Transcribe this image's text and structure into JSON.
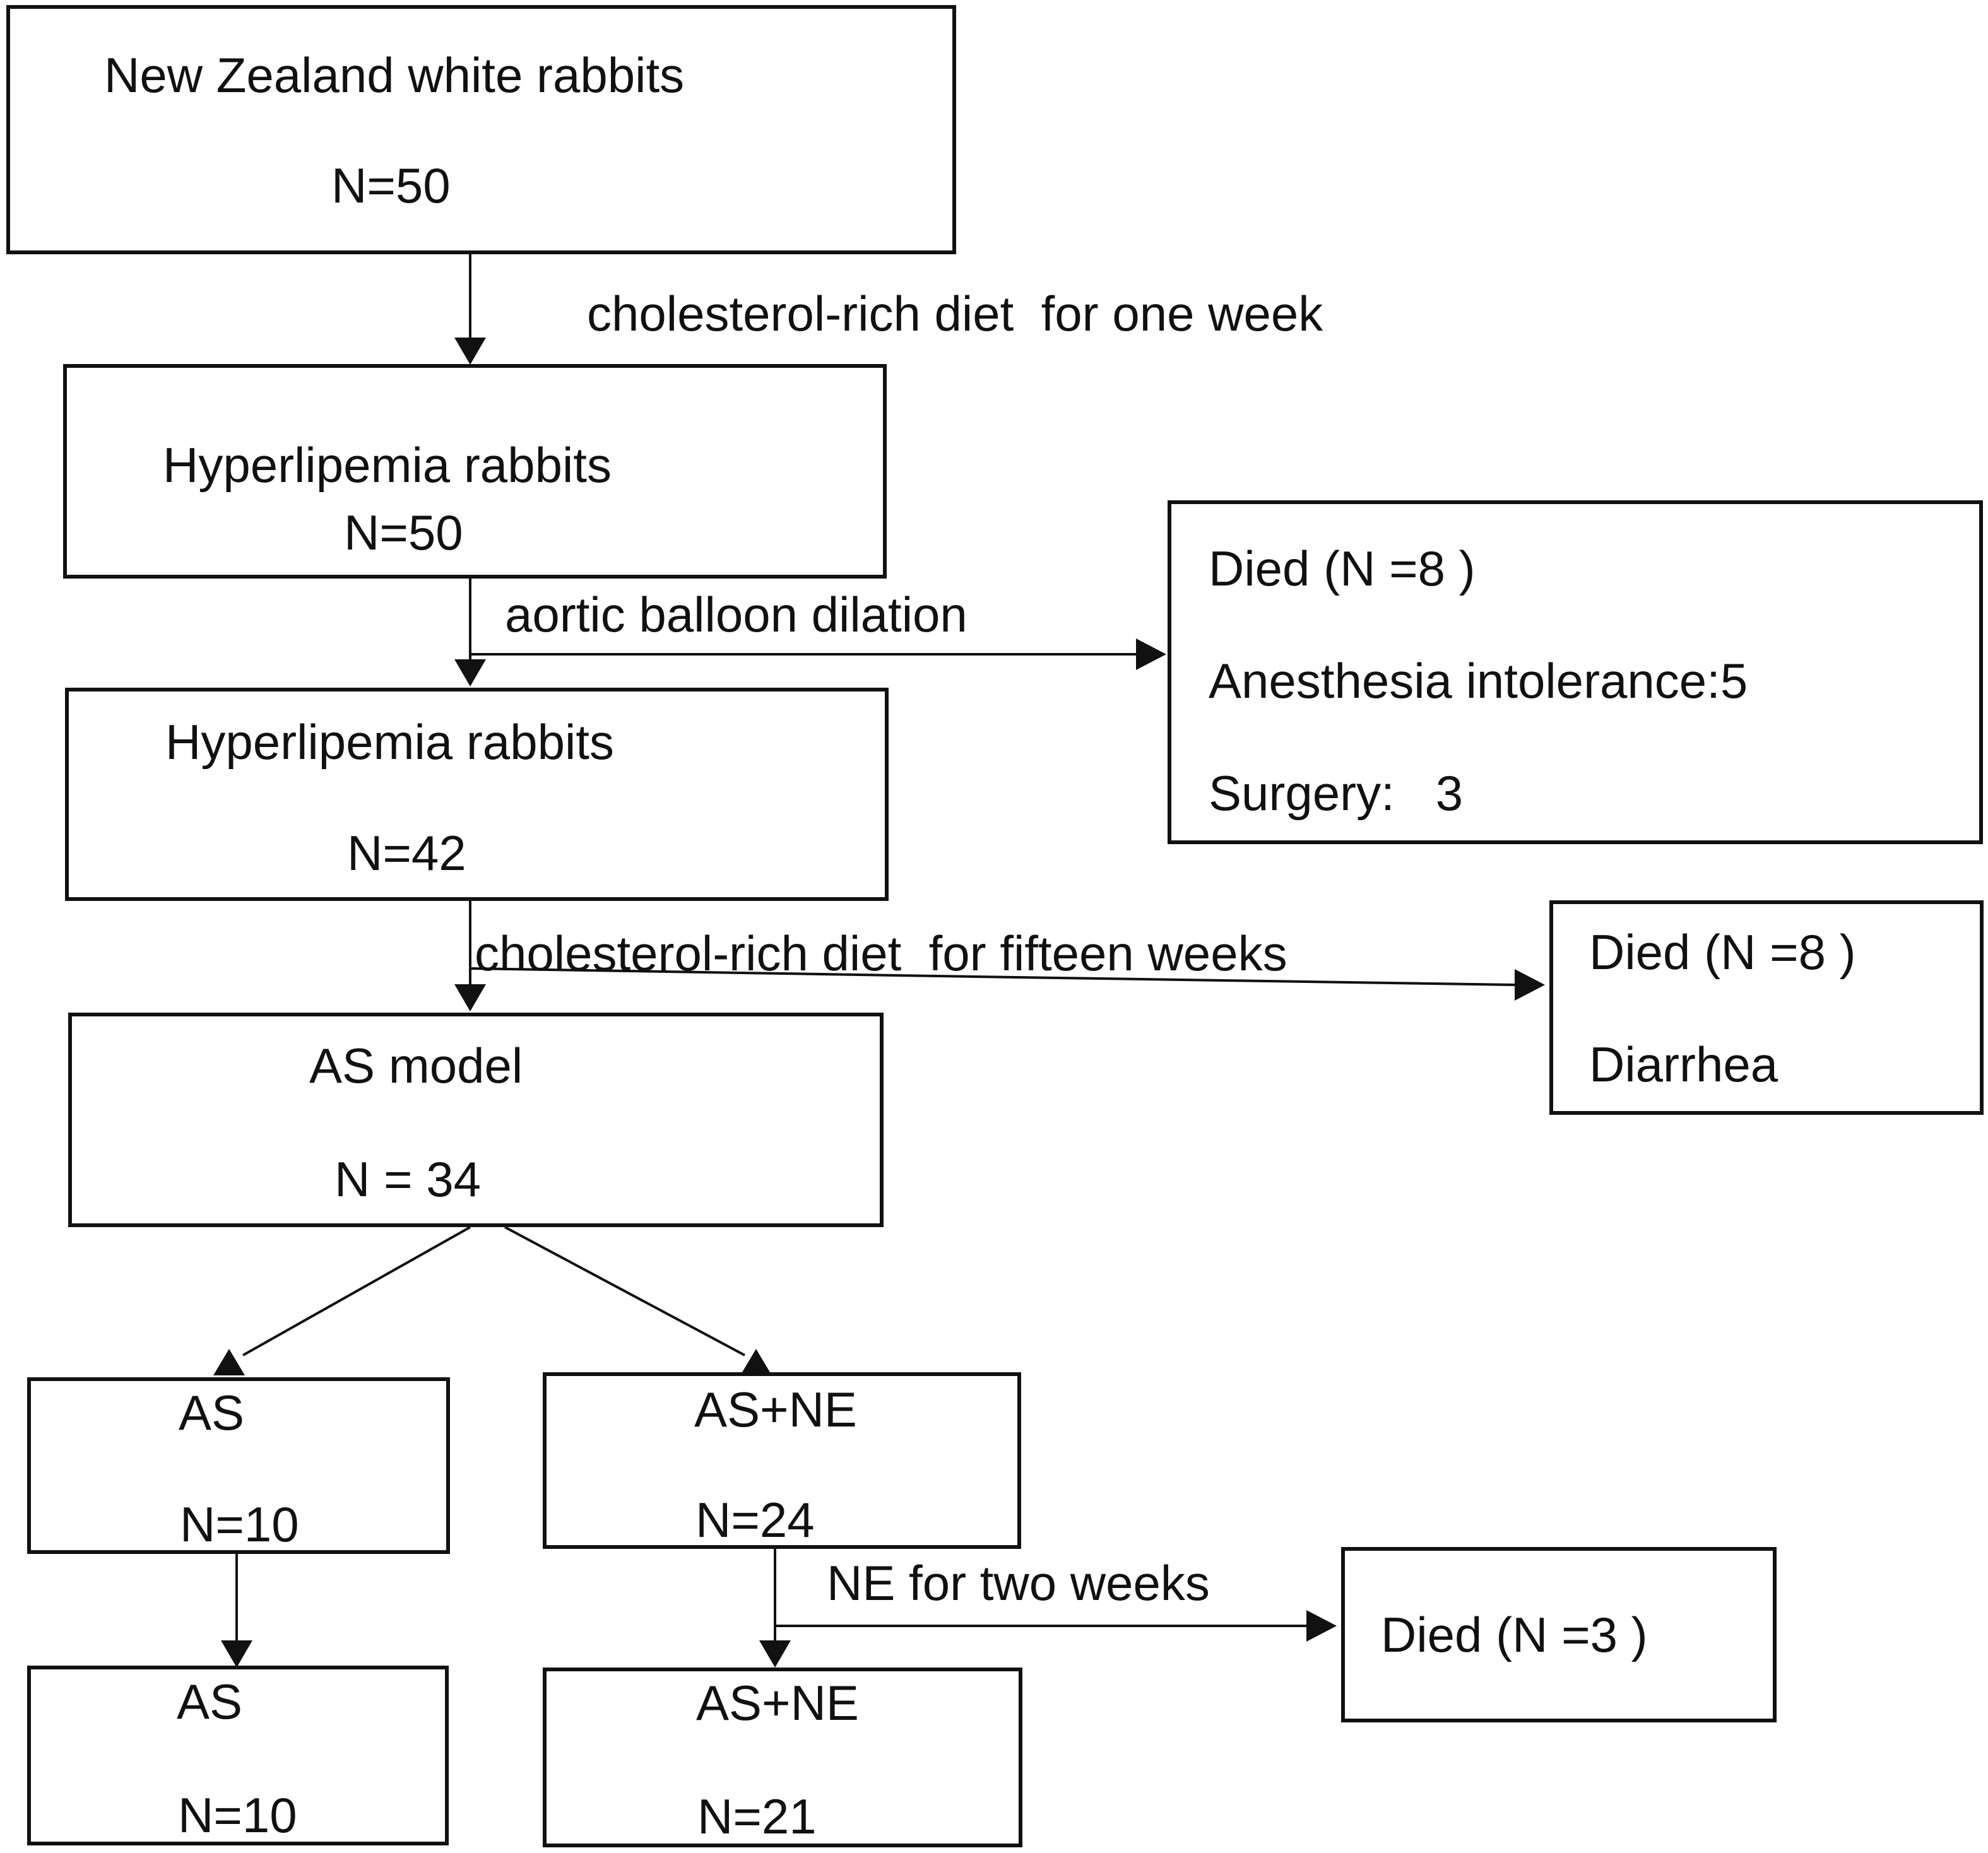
{
  "boxes": {
    "start": {
      "line1": "New Zealand white rabbits",
      "line2": "N=50"
    },
    "hyper1": {
      "line1": "Hyperlipemia rabbits",
      "line2": "N=50"
    },
    "hyper2": {
      "line1": "Hyperlipemia rabbits",
      "line2": "N=42"
    },
    "as_model": {
      "line1": "AS model",
      "line2": "N = 34"
    },
    "as_group": {
      "line1": "AS",
      "line2": "N=10"
    },
    "asne_group": {
      "line1": "AS+NE",
      "line2": "N=24"
    },
    "as_final": {
      "line1": "AS",
      "line2": "N=10"
    },
    "asne_final": {
      "line1": "AS+NE",
      "line2": "N=21"
    },
    "died1": {
      "line1": "Died (N =8 )",
      "line2": "Anesthesia intolerance:5",
      "line3": "Surgery:   3"
    },
    "died2": {
      "line1": "Died (N =8 )",
      "line2": "Diarrhea"
    },
    "died3": {
      "line1": "Died (N =3 )"
    }
  },
  "steps": {
    "step1": "cholesterol-rich diet  for one week",
    "step2": "aortic balloon dilation",
    "step3": "cholesterol-rich diet  for fifteen weeks",
    "step4": "NE for two weeks"
  }
}
